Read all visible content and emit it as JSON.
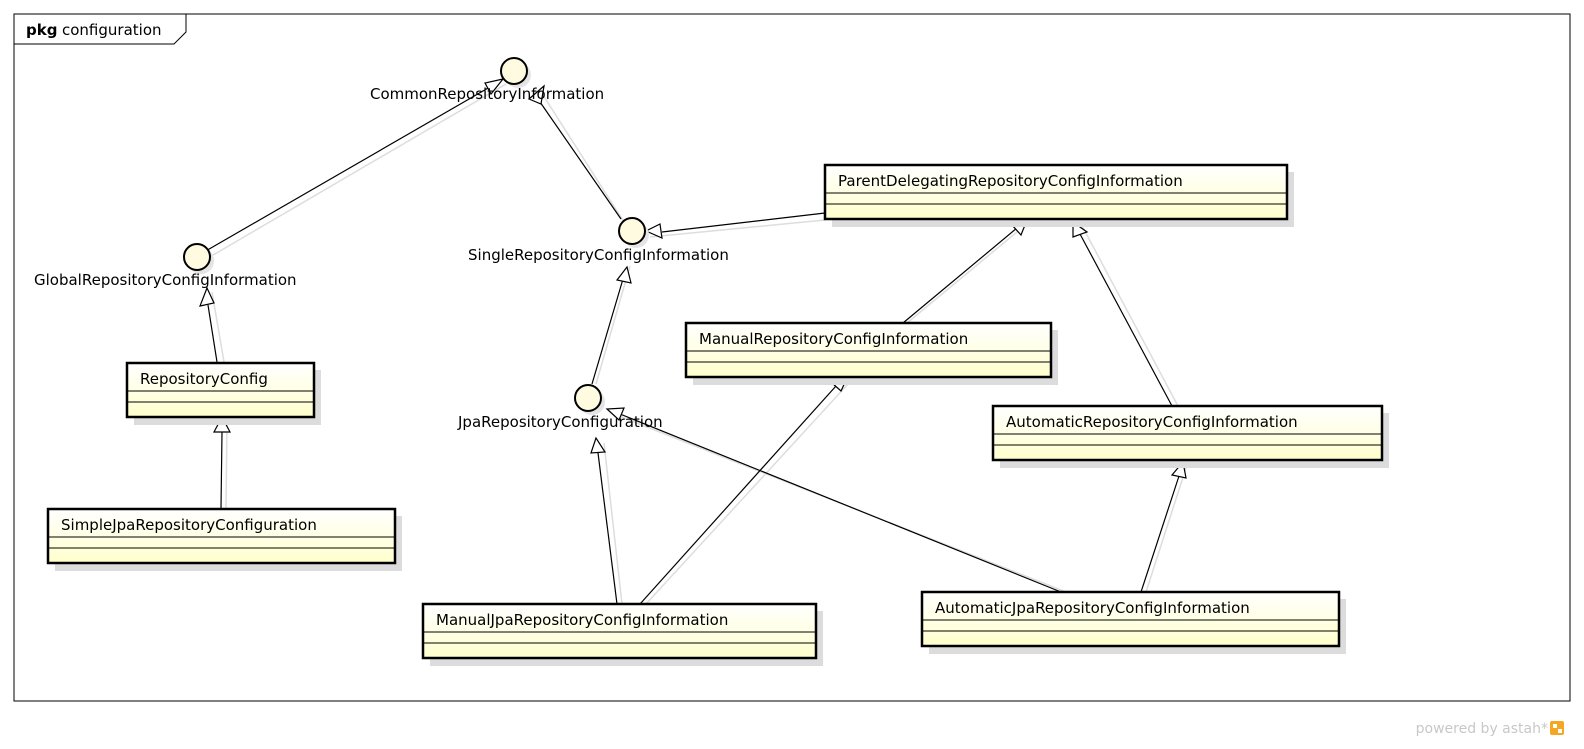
{
  "frame": {
    "keyword": "pkg",
    "name": "configuration"
  },
  "interfaces": {
    "common": "CommonRepositoryInformation",
    "global": "GlobalRepositoryConfigInformation",
    "single": "SingleRepositoryConfigInformation",
    "jpa": "JpaRepositoryConfiguration"
  },
  "classes": {
    "parent_delegating": "ParentDelegatingRepositoryConfigInformation",
    "repository_config": "RepositoryConfig",
    "manual": "ManualRepositoryConfigInformation",
    "automatic": "AutomaticRepositoryConfigInformation",
    "simple_jpa": "SimpleJpaRepositoryConfiguration",
    "manual_jpa": "ManualJpaRepositoryConfigInformation",
    "automatic_jpa": "AutomaticJpaRepositoryConfigInformation"
  },
  "footer": {
    "text": "powered by astah*"
  },
  "colors": {
    "class_fill": "#ffffcc",
    "interface_fill": "#fffbe0",
    "shadow": "#dcdcdc",
    "logo": "#f5a623"
  }
}
